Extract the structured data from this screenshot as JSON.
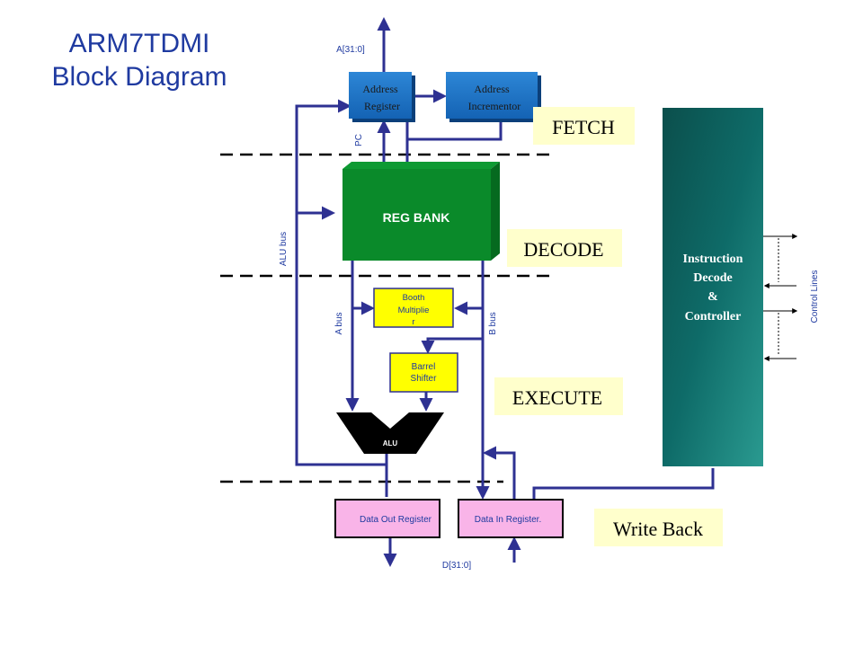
{
  "title": {
    "line1": "ARM7TDMI",
    "line2": "Block Diagram"
  },
  "signals": {
    "address_bus": "A[31:0]",
    "pc": "PC",
    "alu_bus": "ALU bus",
    "a_bus": "A bus",
    "b_bus": "B bus",
    "data_bus": "D[31:0]",
    "control_lines": "Control Lines"
  },
  "blocks": {
    "address_register": [
      "Address",
      "Register"
    ],
    "address_incrementor": [
      "Address",
      "Incrementor"
    ],
    "reg_bank": "REG BANK",
    "booth_multiplier": [
      "Booth",
      "Multiplie",
      "r"
    ],
    "barrel_shifter": [
      "Barrel",
      "Shifter"
    ],
    "alu": "ALU",
    "data_out_register": "Data Out Register",
    "data_in_register": "Data In Register.",
    "instruction_decoder": [
      "Instruction",
      "Decode",
      "&",
      "Controller"
    ]
  },
  "stages": {
    "fetch": "FETCH",
    "decode": "DECODE",
    "execute": "EXECUTE",
    "write_back": "Write Back"
  },
  "colors": {
    "title": "#1f3aa0",
    "bus": "#2e3192",
    "address_block": "#1a73c8",
    "reg_bank": "#0a8a2a",
    "yellow_block": "#ffff00",
    "stage_label": "#ffffcc",
    "pink_block": "#f9b4e8",
    "controller": "#0e6b68"
  }
}
